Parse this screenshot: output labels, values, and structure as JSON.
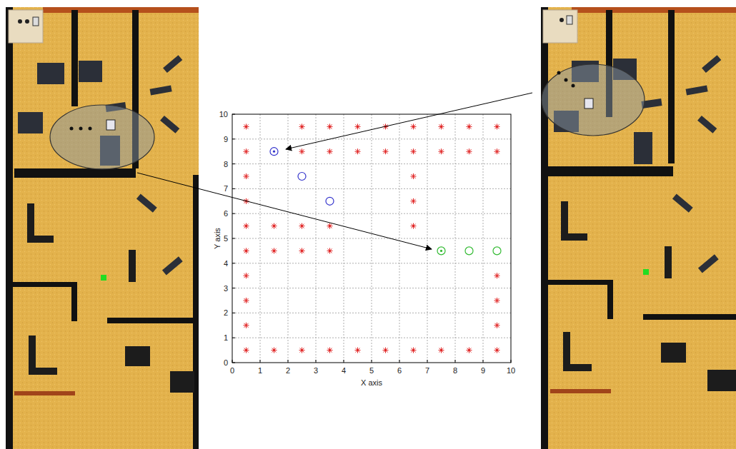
{
  "diagram": {
    "labels": [
      "0",
      "1",
      "2",
      "3",
      "4",
      "5",
      "6",
      "7",
      "8",
      "9",
      "10",
      "0",
      "1",
      "2",
      "3",
      "4",
      "5",
      "6",
      "7",
      "8",
      "9",
      "10",
      "X axis",
      "Y axis"
    ]
  }
}
